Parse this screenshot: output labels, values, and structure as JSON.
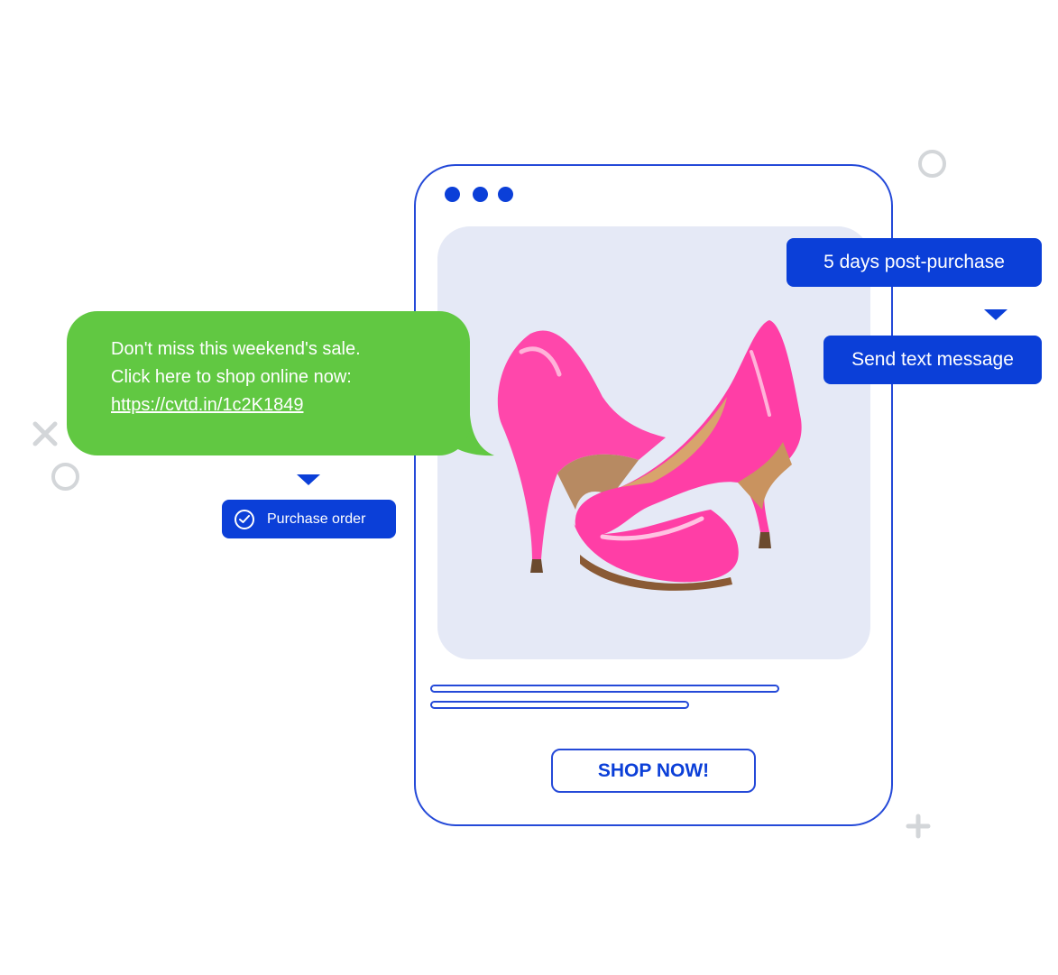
{
  "message": {
    "line1": "Don't miss this weekend's sale.",
    "line2": "Click here to shop online now:",
    "link": "https://cvtd.in/1c2K1849"
  },
  "steps": {
    "trigger": "5 days post-purchase",
    "action": "Send text message",
    "event": "Purchase order"
  },
  "phone": {
    "cta_label": "SHOP NOW!",
    "product_image": "pink-high-heel-shoes"
  },
  "colors": {
    "brand_blue": "#0b3fd8",
    "sms_green": "#61c842",
    "shoe_pink": "#ff3ea6",
    "card_bg": "#e5e9f6"
  }
}
